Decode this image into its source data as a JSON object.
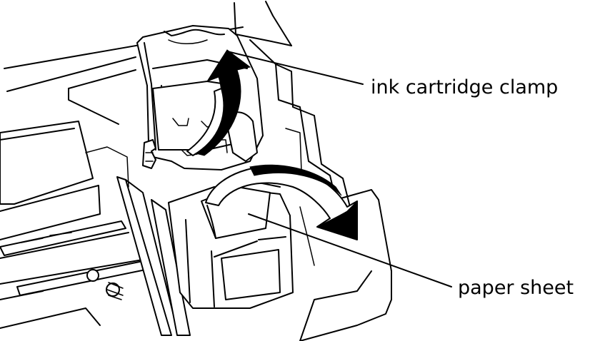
{
  "diagram": {
    "callouts": [
      {
        "id": "clamp",
        "label": "ink cartridge clamp"
      },
      {
        "id": "paper",
        "label": "paper sheet"
      }
    ]
  }
}
